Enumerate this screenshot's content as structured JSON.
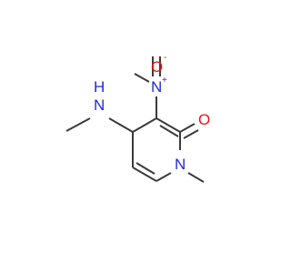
{
  "molecule": {
    "atoms": {
      "amine_n": {
        "label": "N",
        "color": "#1f2bd6"
      },
      "amine_h": {
        "label": "H",
        "color": "#1f2bd6"
      },
      "nitro_n": {
        "label": "N",
        "color": "#1f2bd6"
      },
      "nitro_plus": {
        "label": "+",
        "color": "#1f2bd6"
      },
      "nitro_o_top": {
        "label": "O",
        "color": "#e8131a"
      },
      "nitro_o_minus": {
        "label": "-",
        "color": "#e8131a"
      },
      "carbonyl_o": {
        "label": "O",
        "color": "#e8131a"
      },
      "ring_n": {
        "label": "N",
        "color": "#1f2bd6"
      }
    },
    "colors": {
      "bond": "#3a3a3a",
      "nitrogen": "#1f2bd6",
      "oxygen": "#e8131a",
      "background": "#ffffff"
    }
  }
}
